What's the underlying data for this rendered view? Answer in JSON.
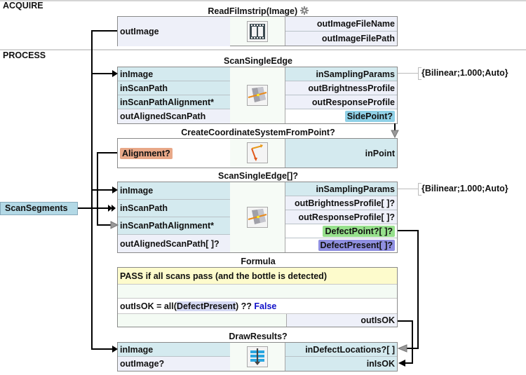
{
  "sections": [
    {
      "label": "ACQUIRE"
    },
    {
      "label": "PROCESS"
    }
  ],
  "nodes": {
    "read_filmstrip": {
      "title": "ReadFilmstrip(Image)",
      "icon": "filmstrip-icon",
      "settings_icon": "gear-icon",
      "left_ports": [
        "outImage"
      ],
      "right_ports": [
        "outImageFileName",
        "outImageFilePath"
      ]
    },
    "scan_single_edge": {
      "title": "ScanSingleEdge",
      "icon": "scan-edge-icon",
      "left_ports": [
        "inImage",
        "inScanPath",
        "inScanPathAlignment*",
        "outAlignedScanPath"
      ],
      "right_ports": [
        "inSamplingParams",
        "outBrightnessProfile",
        "outResponseProfile",
        "SidePoint?"
      ],
      "param_value": "{Bilinear;1.000;Auto}"
    },
    "create_coord": {
      "title": "CreateCoordinateSystemFromPoint?",
      "icon": "coordinate-system-icon",
      "left_ports": [
        "Alignment?"
      ],
      "right_ports": [
        "inPoint"
      ]
    },
    "scan_single_edge_array": {
      "title": "ScanSingleEdge[]?",
      "icon": "scan-edge-icon",
      "left_ports": [
        "inImage",
        "inScanPath",
        "inScanPathAlignment*",
        "outAlignedScanPath[ ]?"
      ],
      "right_ports": [
        "inSamplingParams",
        "outBrightnessProfile[ ]?",
        "outResponseProfile[ ]?",
        "DefectPoint?[ ]?",
        "DefectPresent[ ]?"
      ],
      "param_value": "{Bilinear;1.000;Auto}"
    },
    "formula": {
      "title": "Formula",
      "comment": "PASS if all scans pass (and the bottle is detected)",
      "expr_prefix": "outIsOK = all(",
      "expr_var": "DefectPresent",
      "expr_mid": ") ?? ",
      "expr_kw": "False",
      "output": "outIsOK"
    },
    "draw_results": {
      "title": "DrawResults?",
      "icon": "draw-results-icon",
      "left_ports": [
        "inImage",
        "outImage?"
      ],
      "right_ports": [
        "inDefectLocations?[ ]",
        "inIsOK"
      ]
    }
  },
  "external_inputs": {
    "scan_segments": "ScanSegments"
  },
  "colors": {
    "input_port": "#d4eaef",
    "output_port": "#eef0f9",
    "alignment_tag": "#e8a888",
    "sidepoint_tag": "#8fd0e6",
    "defectpoint_tag": "#96e08c",
    "defectpresent_tag": "#8f8fe0",
    "formula_comment": "#fdfbcc",
    "keyword": "#1010c8"
  }
}
